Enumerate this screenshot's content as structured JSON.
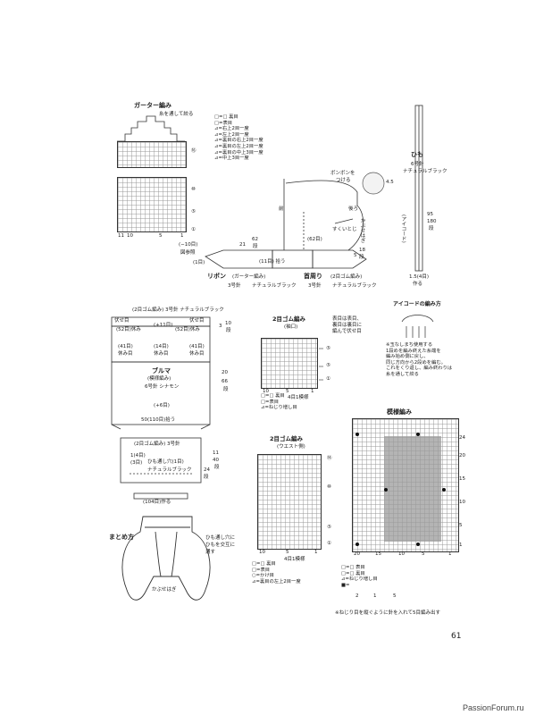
{
  "page_number": "61",
  "watermark": "PassionForum.ru",
  "garter": {
    "title": "ガーター編み",
    "note_top": "糸を通して絞る",
    "rows": [
      "⑯",
      "⑩",
      "⑤",
      "①"
    ],
    "cols": [
      "11",
      "10",
      "5",
      "1"
    ],
    "legend": [
      "□=□ 裏目",
      "□=表目",
      "⊿=右上2目一度",
      "⊿=左上2目一度",
      "⊿=裏目の右上2目一度",
      "⊿=裏目の左上2目一度",
      "⊿=裏目の中上3目一度",
      "⊿=中上3目一度"
    ]
  },
  "himo": {
    "title": "ひも",
    "needle": "6号針",
    "yarn": "ナチュラルブラック",
    "label_icord": "(アイコード)",
    "len1": "95",
    "len2": "180",
    "len3": "段",
    "bottom1": "1.5(4目)",
    "bottom2": "作る"
  },
  "ribbon": {
    "t1": "(−10目)",
    "t2": "図参照",
    "t3": "(1目)",
    "t4": "21",
    "t5": "62",
    "t6": "段",
    "t7": "(11目) 拾う",
    "t8": "リボン",
    "t9": "(ガーター編み)",
    "t10": "3号針",
    "t11": "ナチュラルブラック",
    "neck1": "首周り",
    "neck2": "(2目ゴム編み)",
    "neck3": "3号針",
    "neck4": "ナチュラルブラック",
    "t12": "(62目)",
    "t13": "すくいとじ",
    "t14": "前",
    "t15": "後ろ",
    "t16": "かぶせはぎ",
    "t17": "ボンボンを",
    "t18": "つける",
    "t19": "4.5",
    "t20": "5",
    "t21": "18",
    "t22": "段"
  },
  "icord": {
    "title": "アイコードの編み方",
    "notes": [
      "※玉なしまち使用する",
      "1段めを編み終えた糸端を",
      "編み始め側に戻し、",
      "同じ方向から2段めを編む。",
      "これをくり返し、編み終わりは",
      "糸を通して絞る"
    ]
  },
  "bloomer": {
    "top_label": "(2目ゴム編み) 3号針 ナチュラルブラック",
    "fusedome1": "伏せ目",
    "fusedome2": "伏せ目",
    "t1": "(+11目)",
    "t2": "(52目)休み",
    "t3": "(52目)休み",
    "t4": "(41目)",
    "t5": "休み目",
    "t6": "(14目)",
    "t7": "休み目",
    "t8": "(41目)",
    "t9": "休み目",
    "title": "ブルマ",
    "subtitle": "(模様編み)",
    "needle": "6号針 シナモン",
    "t10": "(+6目)",
    "t11": "50(110目)拾う",
    "w1": "3",
    "w2": "10",
    "w3": "段",
    "h1": "20",
    "h2": "66",
    "h3": "段",
    "waist_label": "(2目ゴム編み) 3号針",
    "waist_hole": "ひも通し穴(1目)",
    "waist_yarn": "ナチュラルブラック",
    "waist_3": "(3目)",
    "waist_14": "1(4目)",
    "w4": "11",
    "w5": "40",
    "w6": "段",
    "w7": "24",
    "w8": "段",
    "bottom": "(104目)作る"
  },
  "matome": {
    "title": "まとめ方",
    "n1": "ひも通し穴に",
    "n2": "ひもを交互に",
    "n3": "通す",
    "n4": "かぶせはぎ"
  },
  "rib_sleeve": {
    "title": "2目ゴム編み",
    "sub": "(袖口)",
    "note1": "表目は表目、",
    "note2": "裏目は裏目に",
    "note3": "編んで伏せ目",
    "rows": [
      "⑤",
      "⑤",
      "①"
    ],
    "cols": [
      "10",
      "5",
      "1"
    ],
    "kurikaeshi": "4目1模様",
    "legend": [
      "□=□ 裏目",
      "□=表目",
      "⊿=ねじり増し目"
    ]
  },
  "rib_waist": {
    "title": "2目ゴム編み",
    "sub": "(ウエスト側)",
    "rows": [
      "⑭",
      "⑩",
      "⑤",
      "①"
    ],
    "cols": [
      "10",
      "5",
      "1"
    ],
    "kurikaeshi": "4目1模様",
    "legend": [
      "□=□ 裏目",
      "□=表目",
      "○=かけ目",
      "⊿=裏目の左上2目一度"
    ]
  },
  "pattern": {
    "title": "模様編み",
    "cols": [
      "20",
      "15",
      "10",
      "5",
      "1"
    ],
    "rows": [
      "24",
      "20",
      "15",
      "10",
      "5",
      "1"
    ],
    "legend": [
      "□=□ 表目",
      "□=□ 裏目",
      "⊿=ねじり増し目",
      "■=",
      "2",
      "1",
      "5"
    ],
    "note": "※ねじり目を縦ぐように針を入れて5目編み出す"
  }
}
